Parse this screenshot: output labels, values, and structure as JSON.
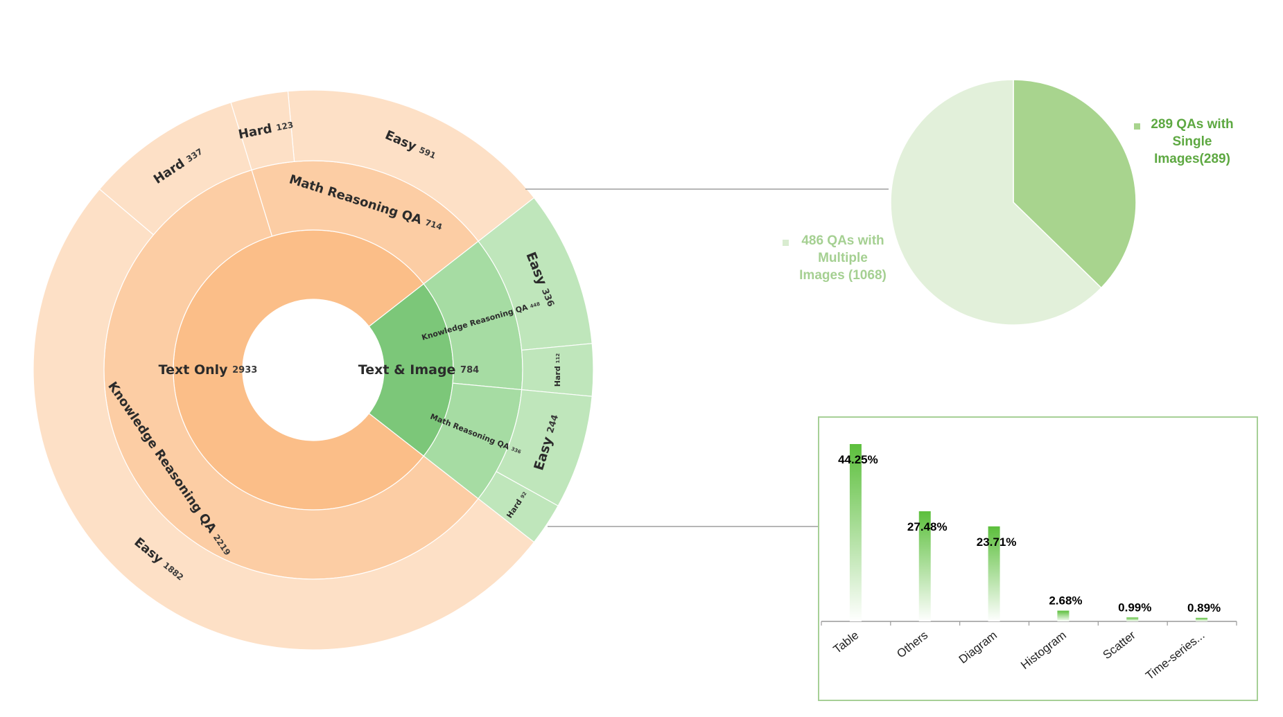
{
  "chart_data": [
    {
      "type": "sunburst",
      "rings": [
        [
          {
            "id": "text_only",
            "label": "Text Only",
            "value": 2933
          },
          {
            "id": "text_image",
            "label": "Text & Image",
            "value": 784
          }
        ],
        [
          {
            "id": "to_kr",
            "parent": "text_only",
            "label": "Knowledge Reasoning QA",
            "value": 2219
          },
          {
            "id": "to_mr",
            "parent": "text_only",
            "label": "Math Reasoning QA",
            "value": 714
          },
          {
            "id": "ti_kr",
            "parent": "text_image",
            "label": "Knowledge Reasoning QA",
            "value": 448
          },
          {
            "id": "ti_mr",
            "parent": "text_image",
            "label": "Math Reasoning QA",
            "value": 336
          }
        ],
        [
          {
            "parent": "to_kr",
            "label": "Easy",
            "value": 1882
          },
          {
            "parent": "to_kr",
            "label": "Hard",
            "value": 337
          },
          {
            "parent": "to_mr",
            "label": "Easy",
            "value": 591
          },
          {
            "parent": "to_mr",
            "label": "Hard",
            "value": 123
          },
          {
            "parent": "ti_kr",
            "label": "Easy",
            "value": 336
          },
          {
            "parent": "ti_kr",
            "label": "Hard",
            "value": 112
          },
          {
            "parent": "ti_mr",
            "label": "Easy",
            "value": 244
          },
          {
            "parent": "ti_mr",
            "label": "Hard",
            "value": 92
          }
        ]
      ],
      "colors": {
        "text_only": [
          "#fbbe88",
          "#fccda4",
          "#fde0c6"
        ],
        "text_image": [
          "#7cc779",
          "#a6dca3",
          "#bfe6bb"
        ]
      }
    },
    {
      "type": "pie",
      "slices": [
        {
          "label": "289 QAs with Single Images(289)",
          "value": 289,
          "color": "#a8d48e",
          "text_color": "#5da841"
        },
        {
          "label": "486 QAs with Multiple Images (1068)",
          "value": 486,
          "color": "#e2f0da",
          "text_color": "#a5d092"
        }
      ]
    },
    {
      "type": "bar",
      "categories": [
        "Table",
        "Others",
        "Diagram",
        "Histogram",
        "Scatter",
        "Time-series..."
      ],
      "values": [
        44.25,
        27.48,
        23.71,
        2.68,
        0.99,
        0.89
      ],
      "value_labels": [
        "44.25%",
        "27.48%",
        "23.71%",
        "2.68%",
        "0.99%",
        "0.89%"
      ],
      "bar_color": "#5cbf3c"
    }
  ]
}
